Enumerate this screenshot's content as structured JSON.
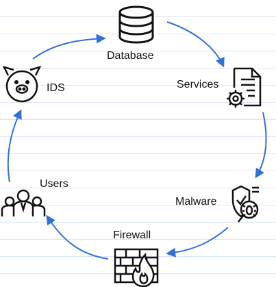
{
  "diagram": {
    "nodes": [
      {
        "id": "database",
        "label": "Database",
        "icon": "database-icon"
      },
      {
        "id": "services",
        "label": "Services",
        "icon": "document-gear-icon"
      },
      {
        "id": "malware",
        "label": "Malware",
        "icon": "shield-bug-magnifier-icon"
      },
      {
        "id": "firewall",
        "label": "Firewall",
        "icon": "brick-wall-flame-icon"
      },
      {
        "id": "users",
        "label": "Users",
        "icon": "user-group-icon"
      },
      {
        "id": "ids",
        "label": "IDS",
        "icon": "pig-icon"
      }
    ],
    "flow": [
      "database",
      "services",
      "malware",
      "firewall",
      "users",
      "ids",
      "database"
    ],
    "colors": {
      "arrow": "#2f6fd6",
      "icon_stroke": "#111111",
      "ruled_line": "#dbe4f2"
    }
  }
}
